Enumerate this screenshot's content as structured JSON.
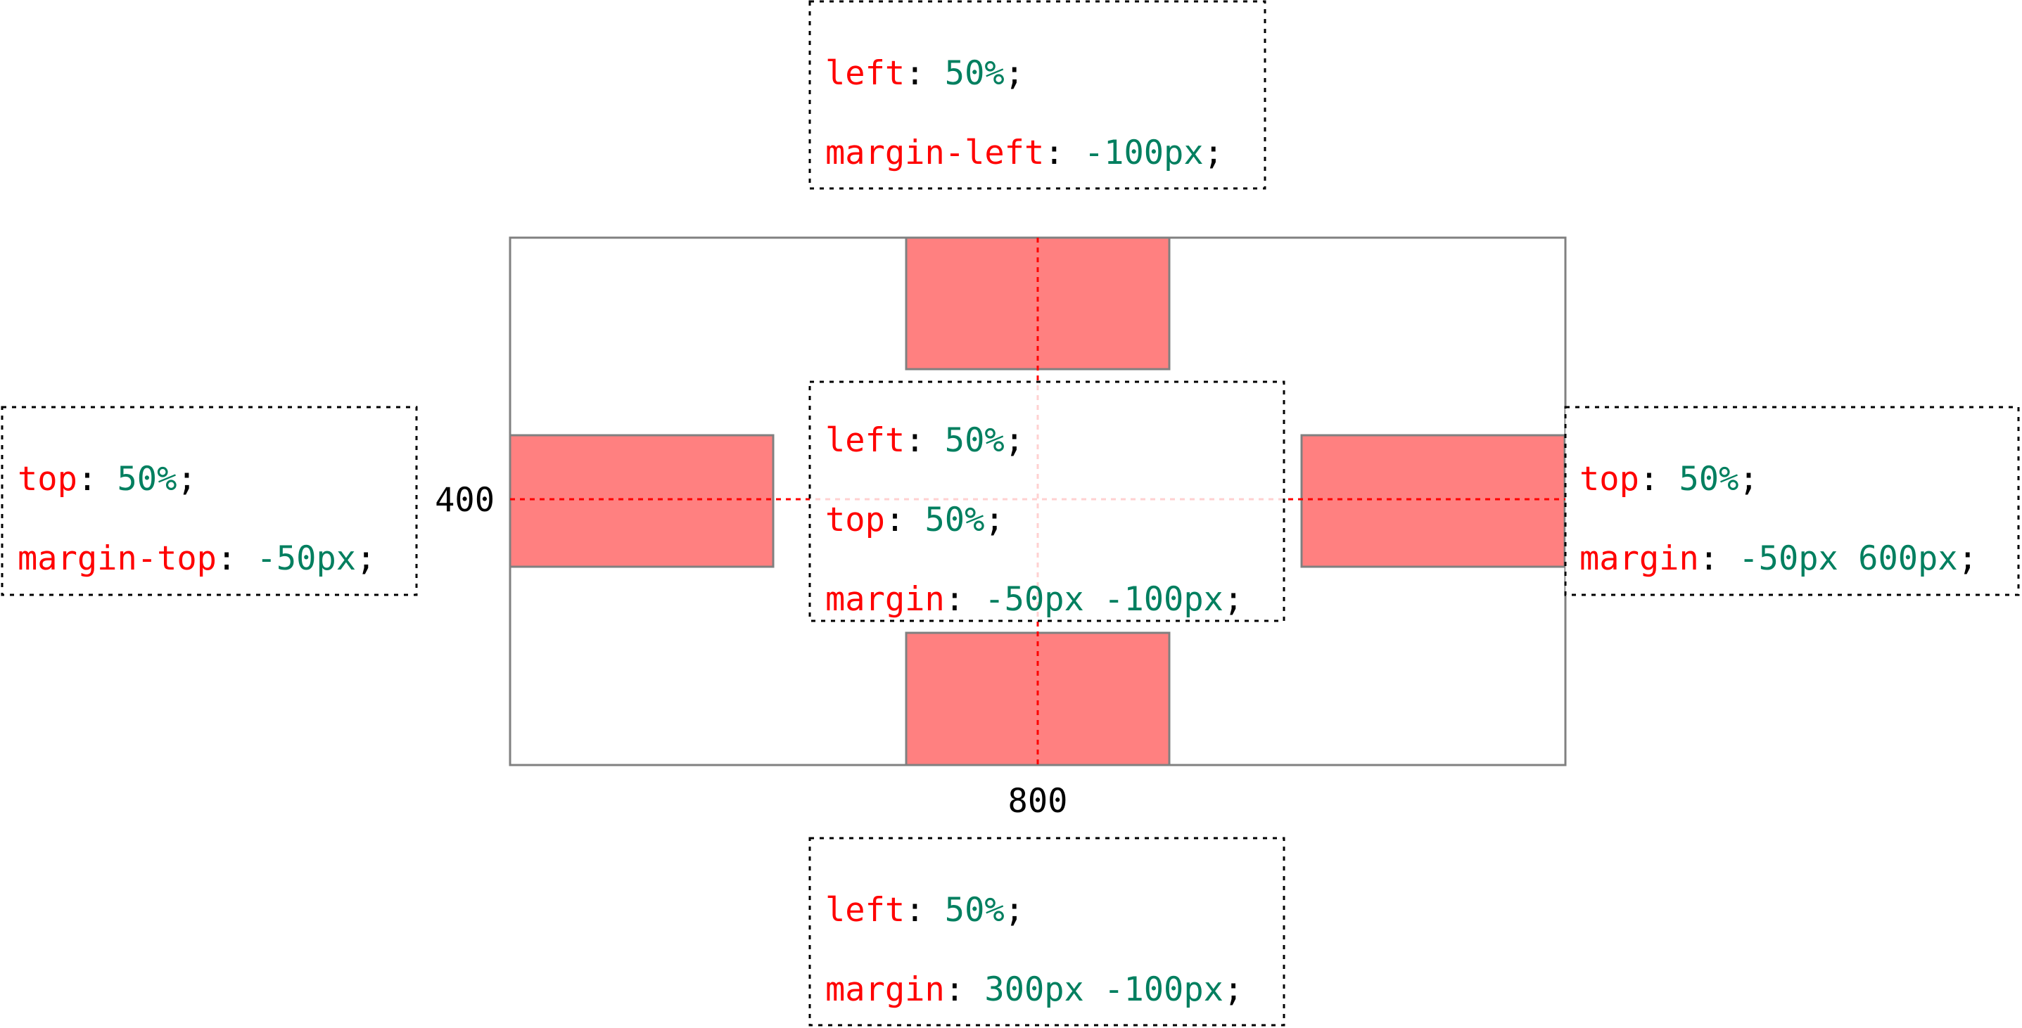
{
  "colors": {
    "property": "#ff0000",
    "value": "#007f5f",
    "punctuation": "#000000",
    "box_fill": "#ff8080",
    "box_stroke": "#808080",
    "guide": "#ff0000"
  },
  "container": {
    "width_label": "800",
    "height_label": "400"
  },
  "snippets": {
    "top": [
      {
        "prop": "left",
        "value": "50%"
      },
      {
        "prop": "margin-left",
        "value": "-100px"
      }
    ],
    "left": [
      {
        "prop": "top",
        "value": "50%"
      },
      {
        "prop": "margin-top",
        "value": "-50px"
      }
    ],
    "center": [
      {
        "prop": "left",
        "value": "50%"
      },
      {
        "prop": "top",
        "value": "50%"
      },
      {
        "prop": "margin",
        "value": "-50px -100px"
      }
    ],
    "right": [
      {
        "prop": "top",
        "value": "50%"
      },
      {
        "prop": "margin",
        "value": "-50px 600px"
      }
    ],
    "bottom": [
      {
        "prop": "left",
        "value": "50%"
      },
      {
        "prop": "margin",
        "value": "300px -100px"
      }
    ]
  }
}
